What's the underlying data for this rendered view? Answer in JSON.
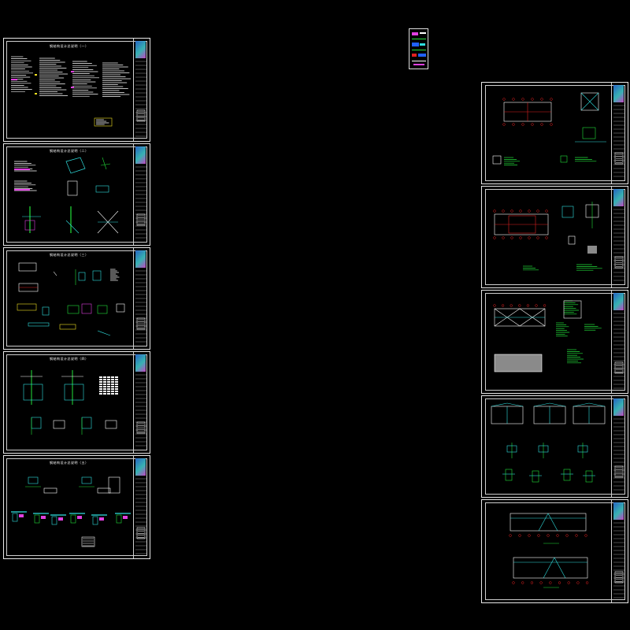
{
  "canvas": {
    "background": "#000000"
  },
  "left_column": {
    "sheets": [
      {
        "title": "钢结构设计总说明（一）",
        "kind": "notes"
      },
      {
        "title": "钢结构设计总说明（二）",
        "kind": "details"
      },
      {
        "title": "钢结构设计总说明（三）",
        "kind": "details"
      },
      {
        "title": "钢结构设计总说明（四）",
        "kind": "details"
      },
      {
        "title": "钢结构设计总说明（五）",
        "kind": "details"
      }
    ]
  },
  "right_column": {
    "sheets": [
      {
        "kind": "foundation-plan"
      },
      {
        "kind": "anchor-plan"
      },
      {
        "kind": "roof-bracing-plan"
      },
      {
        "kind": "frame-sections"
      },
      {
        "kind": "elevations"
      }
    ]
  },
  "colors": {
    "frame": "#e8e8e8",
    "green": "#22e03a",
    "cyan": "#2fe0e0",
    "magenta": "#e040e0",
    "red": "#e02020",
    "yellow": "#f0e020",
    "white": "#ffffff",
    "blue": "#2060ff",
    "gray": "#8a8a8a"
  }
}
